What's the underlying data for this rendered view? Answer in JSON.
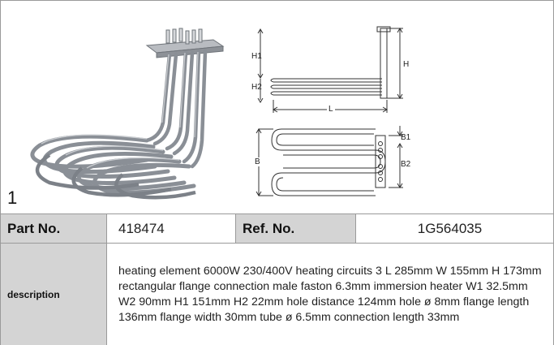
{
  "figure": {
    "index_label": "1",
    "dimension_labels": {
      "h1": "H1",
      "h2": "H2",
      "h": "H",
      "l": "L",
      "b": "B",
      "b1": "B1",
      "b2": "B2"
    }
  },
  "table": {
    "part_no_label": "Part No.",
    "part_no_value": "418474",
    "ref_no_label": "Ref. No.",
    "ref_no_value": "1G564035",
    "description_label": "description",
    "description_text": "heating element  6000W 230/400V heating circuits 3 L 285mm W 155mm H 173mm rectangular flange connection male faston 6.3mm immersion heater W1 32.5mm W2 90mm H1 151mm H2 22mm hole distance 124mm hole ø 8mm flange length 136mm flange width 30mm tube ø 6.5mm connection length 33mm"
  },
  "colors": {
    "label_bg": "#d4d4d4",
    "border": "#9a9a9a",
    "tube": "#8a8f96"
  }
}
